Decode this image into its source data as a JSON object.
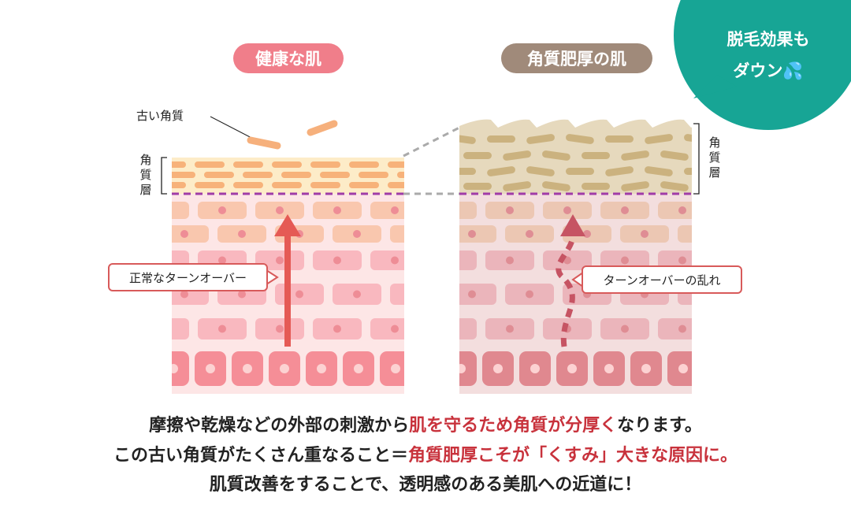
{
  "healthy": {
    "title": "健康な肌",
    "old_keratin_label": "古い角質",
    "layer_label": "角質層",
    "callout": "正常なターンオーバー"
  },
  "thick": {
    "title": "角質肥厚の肌",
    "layer_label": "角質層",
    "callout": "ターンオーバーの乱れ"
  },
  "badge": {
    "line1": "脱毛効果も",
    "line2": "ダウン"
  },
  "bottom_text": {
    "line1_a": "摩擦や乾燥などの外部の刺激から",
    "line1_b": "肌を守るため角質が分厚く",
    "line1_c": "なります。",
    "line2_a": "この古い角質がたくさん重なること＝",
    "line2_b": "角質肥厚こそが「くすみ」大きな原因に。",
    "line3": "肌質改善をすることで、透明感のある美肌への近道に！"
  },
  "colors": {
    "healthy_pill": "#f07e8a",
    "thick_pill": "#a08a7a",
    "badge": "#17a595",
    "accent_red": "#c8323c"
  }
}
